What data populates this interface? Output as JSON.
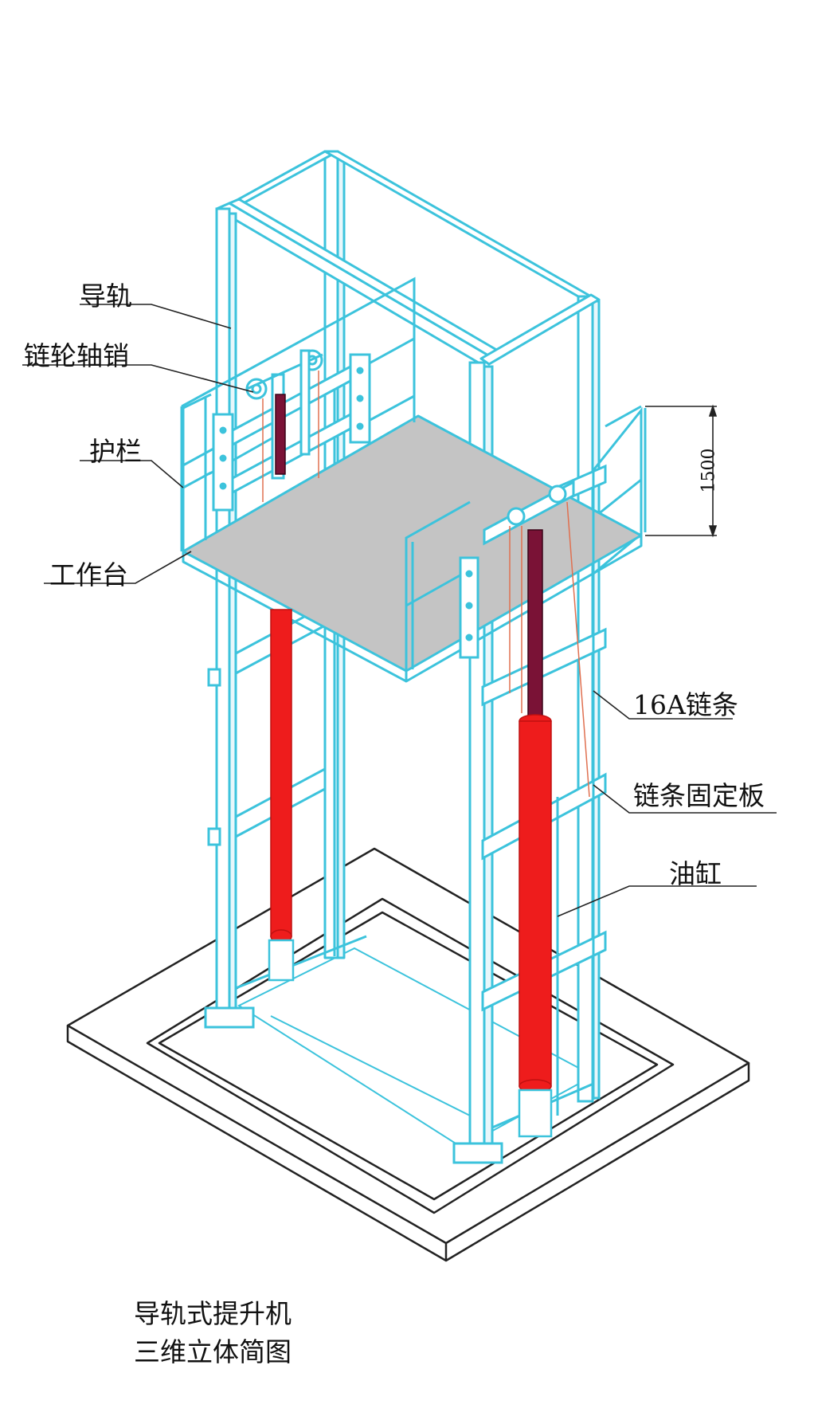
{
  "labels": {
    "guide_rail": "导轨",
    "sprocket_pin": "链轮轴销",
    "guardrail": "护栏",
    "platform": "工作台",
    "chain": "16A链条",
    "chain_plate": "链条固定板",
    "cylinder": "油缸"
  },
  "dimension": "1500",
  "caption": {
    "line1": "导轨式提升机",
    "line2": "三维立体简图"
  },
  "colors": {
    "frame": "#3cc3dc",
    "cylinder": "#ee1c1c",
    "rod": "#7a1236",
    "platform": "#c4c4c4",
    "ink": "#111111"
  }
}
